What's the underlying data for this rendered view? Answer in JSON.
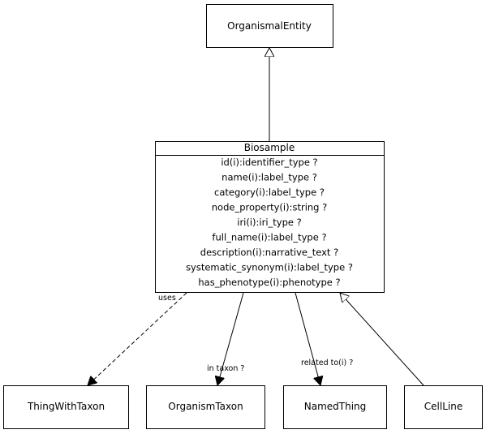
{
  "diagram": {
    "parent": {
      "name": "OrganismalEntity"
    },
    "main": {
      "name": "Biosample",
      "attributes": [
        "id(i):identifier_type ?",
        "name(i):label_type ?",
        "category(i):label_type ?",
        "node_property(i):string ?",
        "iri(i):iri_type ?",
        "full_name(i):label_type ?",
        "description(i):narrative_text ?",
        "systematic_synonym(i):label_type ?",
        "has_phenotype(i):phenotype ?"
      ]
    },
    "targets": [
      {
        "name": "ThingWithTaxon"
      },
      {
        "name": "OrganismTaxon"
      },
      {
        "name": "NamedThing"
      },
      {
        "name": "CellLine"
      }
    ],
    "edges": {
      "uses": "uses",
      "in_taxon": "in taxon ?",
      "related_to": "related to(i) ?"
    }
  }
}
